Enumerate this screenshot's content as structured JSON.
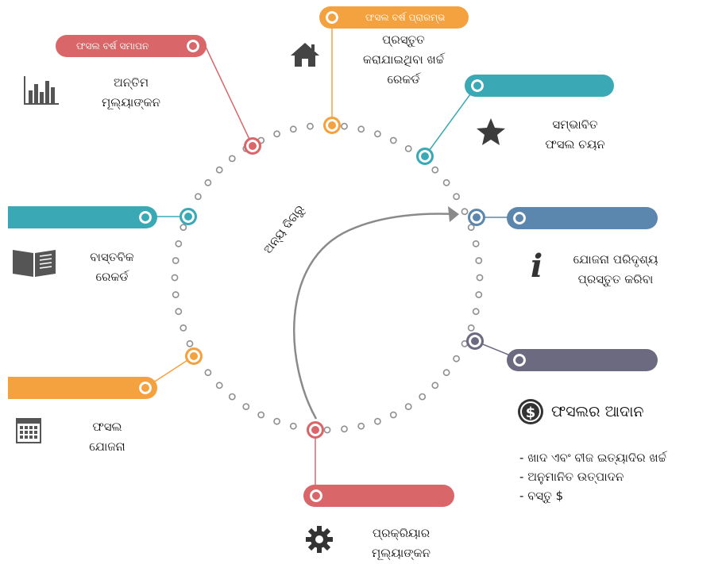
{
  "colors": {
    "red": "#d9676a",
    "orange": "#f4a23f",
    "teal": "#3ba9b5",
    "blue": "#5b86ad",
    "slate": "#6c6a80",
    "dots": "#8f8f8f",
    "arrow": "#8a8a8a"
  },
  "diagram": {
    "arrow_label": "ଅନ୍ୟ ଦିଗରୁ",
    "stages": [
      {
        "id": "season-end",
        "tag": "ଫସଲ ବର୍ଷ ସମାପନ",
        "label": [
          "ଅନ୍ତିମ",
          "ମୂଲ୍ୟାଙ୍କନ"
        ],
        "icon": "bar-chart-icon",
        "color": "red"
      },
      {
        "id": "season-start",
        "tag": "ଫସଲ ବର୍ଷ ପ୍ରାରମ୍ଭ",
        "label": [
          "ପ୍ରସ୍ତୁତ",
          "କରାଯାଇଥିବା ଖର୍ଚ୍ଚ",
          "ରେକର୍ଡ"
        ],
        "icon": "home-icon",
        "color": "orange"
      },
      {
        "id": "crop-selection",
        "label": [
          "ସମ୍ଭାବିତ",
          "ଫସଲ ଚୟନ"
        ],
        "icon": "star-icon",
        "color": "teal"
      },
      {
        "id": "plan-overview",
        "label": [
          "ଯୋଜନା ପରିଦୃଶ୍ୟ",
          "ପ୍ରସ୍ତୁତ କରିବା"
        ],
        "icon": "info-icon",
        "color": "blue"
      },
      {
        "id": "crop-income",
        "title": "ଫସଲର ଆଦାନ",
        "bullets": [
          "ଖାଦ ଏବଂ ବୀଜ ଇତ୍ୟାଦିର ଖର୍ଚ୍ଚ",
          "ଅନୁମାନିତ ଉତ୍ପାଦନ",
          "ବସ୍ତୁ $"
        ],
        "icon": "dollar-icon",
        "color": "slate"
      },
      {
        "id": "procedure-eval",
        "label": [
          "ପ୍ରକ୍ରିୟାର",
          "ମୂଲ୍ୟାଙ୍କନ"
        ],
        "icon": "gear-icon",
        "color": "red"
      },
      {
        "id": "crop-plan",
        "label": [
          "ଫସଲ",
          "ଯୋଜନା"
        ],
        "icon": "calendar-icon",
        "color": "orange"
      },
      {
        "id": "actual-record",
        "label": [
          "ବାସ୍ତବିକ",
          "ରେକର୍ଡ"
        ],
        "icon": "book-icon",
        "color": "teal"
      }
    ]
  }
}
